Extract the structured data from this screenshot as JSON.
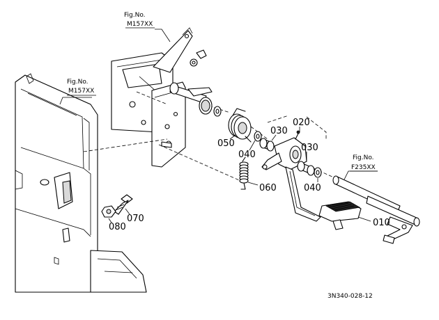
{
  "figure_refs": [
    {
      "id": "ref-top",
      "line1": "Fig.No.",
      "line2": "M157XX"
    },
    {
      "id": "ref-left",
      "line1": "Fig.No.",
      "line2": "M157XX"
    },
    {
      "id": "ref-right",
      "line1": "Fig.No.",
      "line2": "F235XX"
    }
  ],
  "parts": {
    "p010": "010",
    "p020": "020",
    "p030a": "030",
    "p030b": "030",
    "p040a": "040",
    "p040b": "040",
    "p050": "050",
    "p060": "060",
    "p070": "070",
    "p080": "080"
  },
  "drawing_code": "3N340-028-12"
}
